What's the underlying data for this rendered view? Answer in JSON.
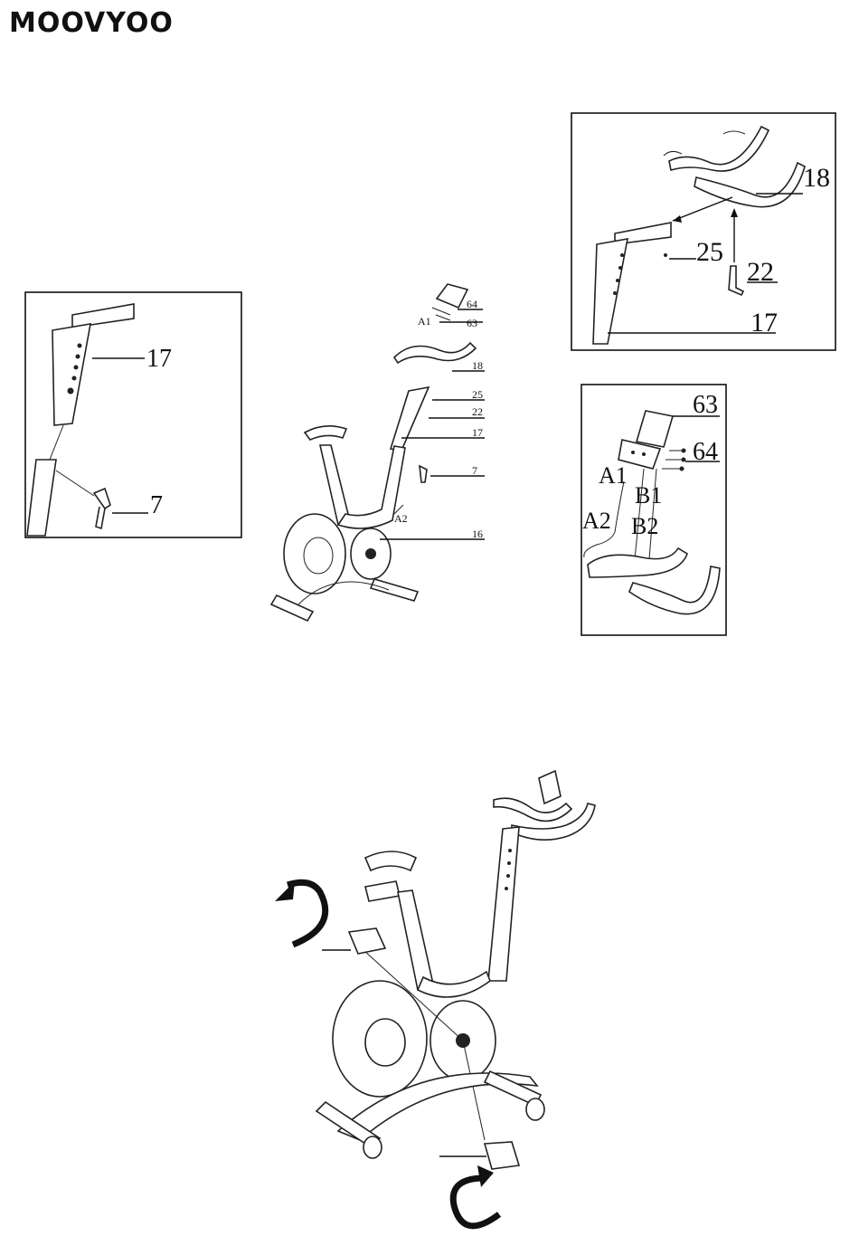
{
  "brand": "MOOVYOO",
  "figures": {
    "box_left": {
      "labels": [
        "17",
        "7"
      ]
    },
    "main_bike": {
      "labels": [
        "64",
        "A1",
        "63",
        "18",
        "25",
        "22",
        "17",
        "7",
        "A2",
        "16"
      ]
    },
    "box_top_right": {
      "labels": [
        "18",
        "25",
        "22",
        "17"
      ]
    },
    "box_console": {
      "labels": [
        "63",
        "64",
        "A1",
        "B1",
        "A2",
        "B2"
      ]
    },
    "assembled_bike": {
      "labels": []
    }
  },
  "colors": {
    "ink": "#111111",
    "paper": "#ffffff"
  }
}
